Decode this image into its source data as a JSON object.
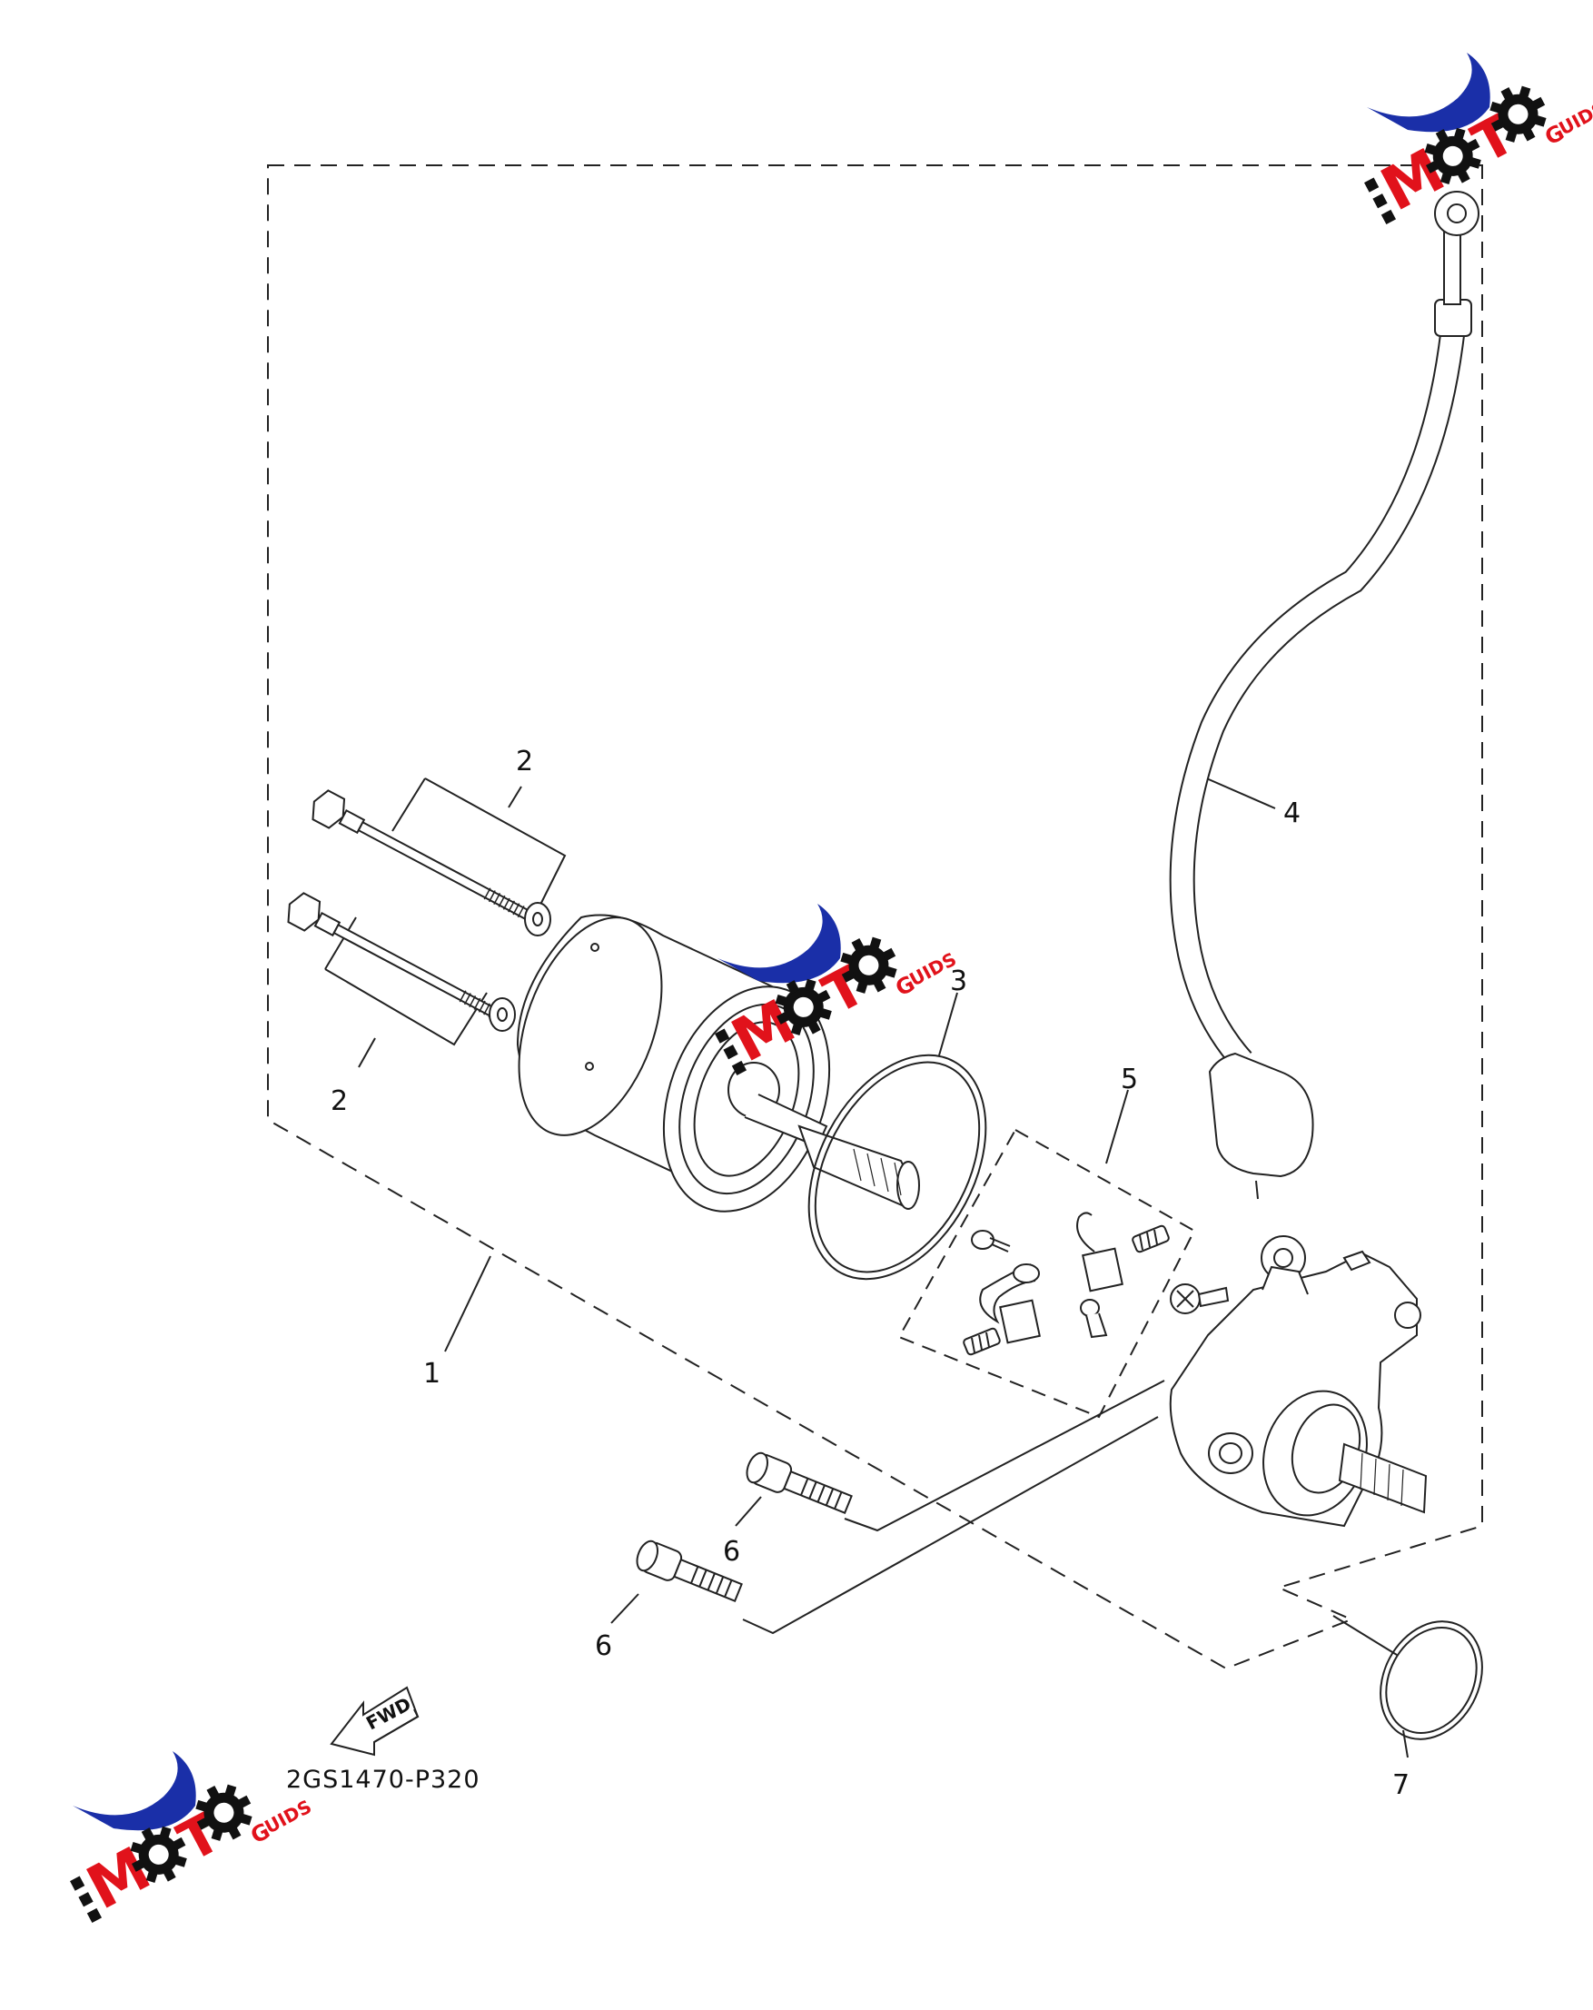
{
  "diagram": {
    "part_code": "2GS1470-P320",
    "fwd_label": "FWD",
    "callouts": [
      "1",
      "2",
      "2",
      "3",
      "4",
      "5",
      "6",
      "6",
      "7"
    ]
  },
  "watermark": {
    "brand_letters": [
      "M",
      "O",
      "T",
      "O"
    ],
    "suffix": "GUIDS"
  },
  "colors": {
    "line": "#222222",
    "logo_blue": "#1a2fa8",
    "logo_red": "#e1121b",
    "logo_black": "#111111"
  }
}
